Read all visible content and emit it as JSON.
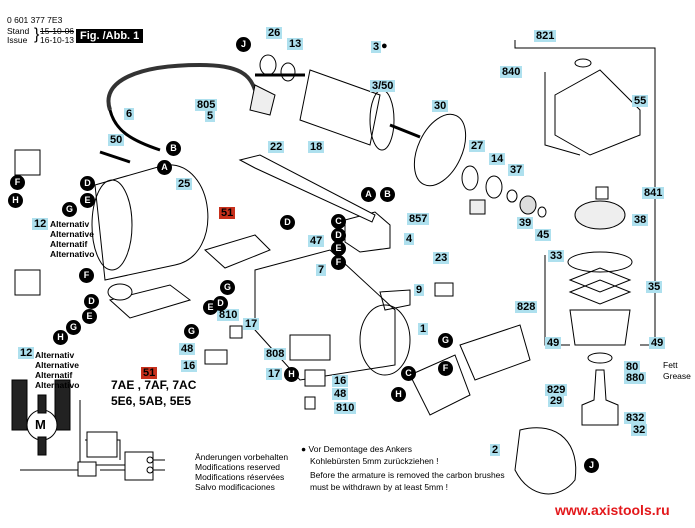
{
  "header": {
    "part_number": "0 601 377 7E3",
    "stand_label": "Stand",
    "issue_label": "Issue",
    "stand_date_struck": "15-10-06",
    "issue_date": "16-10-13",
    "figure_label": "Fig. /Abb. 1"
  },
  "part_labels": [
    {
      "id": "3",
      "text": "3"
    },
    {
      "id": "3_50",
      "text": "3/50"
    },
    {
      "id": "26",
      "text": "26"
    },
    {
      "id": "13",
      "text": "13"
    },
    {
      "id": "821",
      "text": "821"
    },
    {
      "id": "840",
      "text": "840"
    },
    {
      "id": "55",
      "text": "55"
    },
    {
      "id": "841",
      "text": "841"
    },
    {
      "id": "38",
      "text": "38"
    },
    {
      "id": "30",
      "text": "30"
    },
    {
      "id": "27",
      "text": "27"
    },
    {
      "id": "14",
      "text": "14"
    },
    {
      "id": "37",
      "text": "37"
    },
    {
      "id": "39",
      "text": "39"
    },
    {
      "id": "45",
      "text": "45"
    },
    {
      "id": "805",
      "text": "805"
    },
    {
      "id": "5",
      "text": "5"
    },
    {
      "id": "6",
      "text": "6"
    },
    {
      "id": "50",
      "text": "50"
    },
    {
      "id": "22",
      "text": "22"
    },
    {
      "id": "18",
      "text": "18"
    },
    {
      "id": "25",
      "text": "25"
    },
    {
      "id": "857",
      "text": "857"
    },
    {
      "id": "4",
      "text": "4"
    },
    {
      "id": "47",
      "text": "47"
    },
    {
      "id": "7",
      "text": "7"
    },
    {
      "id": "23",
      "text": "23"
    },
    {
      "id": "9",
      "text": "9"
    },
    {
      "id": "1",
      "text": "1"
    },
    {
      "id": "12a",
      "text": "12"
    },
    {
      "id": "12b",
      "text": "12"
    },
    {
      "id": "810a",
      "text": "810"
    },
    {
      "id": "17a",
      "text": "17"
    },
    {
      "id": "48a",
      "text": "48"
    },
    {
      "id": "16a",
      "text": "16"
    },
    {
      "id": "808",
      "text": "808"
    },
    {
      "id": "17b",
      "text": "17"
    },
    {
      "id": "16b",
      "text": "16"
    },
    {
      "id": "48b",
      "text": "48"
    },
    {
      "id": "810b",
      "text": "810"
    },
    {
      "id": "33",
      "text": "33"
    },
    {
      "id": "35",
      "text": "35"
    },
    {
      "id": "828",
      "text": "828"
    },
    {
      "id": "49a",
      "text": "49"
    },
    {
      "id": "49b",
      "text": "49"
    },
    {
      "id": "80",
      "text": "80"
    },
    {
      "id": "880",
      "text": "880"
    },
    {
      "id": "829",
      "text": "829"
    },
    {
      "id": "29",
      "text": "29"
    },
    {
      "id": "832",
      "text": "832"
    },
    {
      "id": "32",
      "text": "32"
    },
    {
      "id": "2",
      "text": "2"
    }
  ],
  "red_labels": [
    {
      "id": "51a",
      "text": "51"
    },
    {
      "id": "51b",
      "text": "51"
    }
  ],
  "connectors": [
    "J",
    "A",
    "B",
    "F",
    "D",
    "E",
    "H",
    "G",
    "F",
    "D",
    "E",
    "G",
    "H",
    "D",
    "G",
    "D",
    "E",
    "A",
    "B",
    "C",
    "D",
    "E",
    "F",
    "G",
    "H",
    "G",
    "F",
    "C",
    "H",
    "J"
  ],
  "alternative_text": [
    "Alternativ",
    "Alternative",
    "Alternatif",
    "Alternativo"
  ],
  "variant_codes": [
    "7AE , 7AF, 7AC",
    "5E6, 5AB, 5E5"
  ],
  "modifications_note": [
    "Änderungen vorbehalten",
    "Modifications reserved",
    "Modifications réservées",
    "Salvo modificaciones"
  ],
  "armature_note": {
    "bullet": "●",
    "de_line1": "Vor Demontage des Ankers",
    "de_line2": "Kohlebürsten 5mm zurückziehen !",
    "en_line1": "Before the armature is removed the carbon brushes",
    "en_line2": "must be withdrawn by at least 5mm !"
  },
  "grease_note": {
    "de": "Fett",
    "en": "Grease"
  },
  "motor_symbol": "M",
  "watermark": "www.axistools.ru",
  "colors": {
    "label_bg": "#aee0ee",
    "red_label_bg": "#c8301c",
    "watermark": "#e3181b"
  }
}
